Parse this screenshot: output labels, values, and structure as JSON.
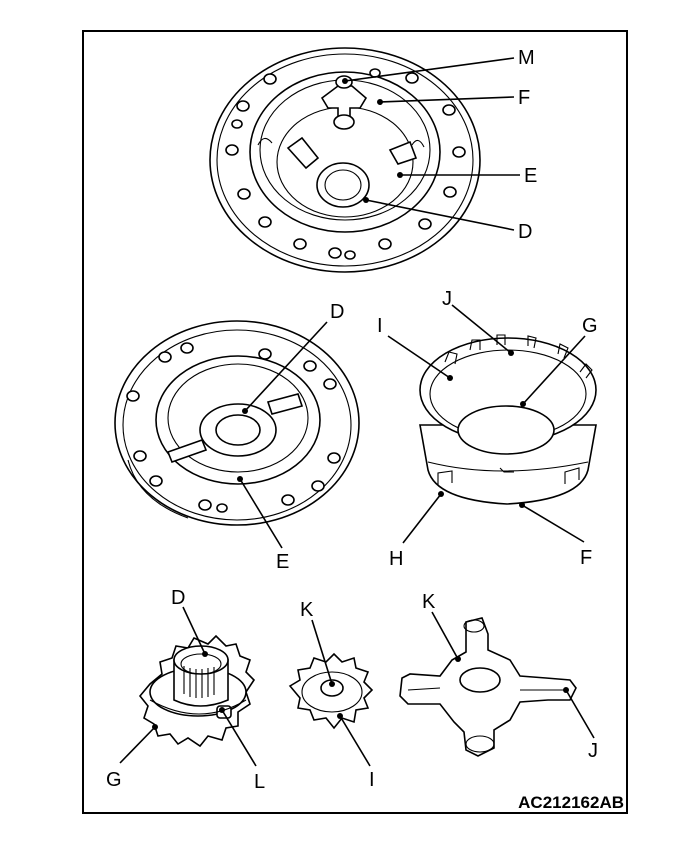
{
  "figure_code": "AC212162AB",
  "labels": {
    "top_M": "M",
    "top_F": "F",
    "top_E": "E",
    "top_D": "D",
    "mid_D": "D",
    "mid_E": "E",
    "case_J": "J",
    "case_I": "I",
    "case_G": "G",
    "case_H": "H",
    "case_F": "F",
    "gear_D": "D",
    "gear_G": "G",
    "gear_L": "L",
    "pinion_K": "K",
    "pinion_I": "I",
    "spider_K": "K",
    "spider_J": "J"
  }
}
